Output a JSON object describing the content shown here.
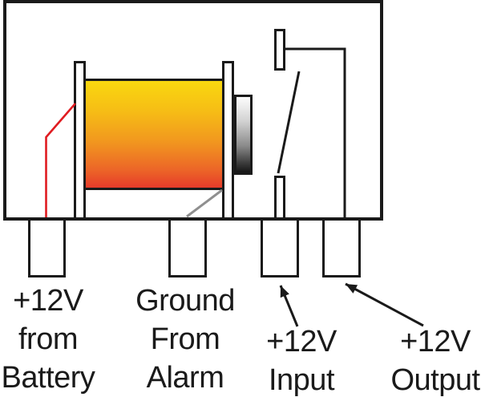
{
  "labels": {
    "battery": [
      "+12V",
      "from",
      "Battery"
    ],
    "ground": [
      "Ground",
      "From",
      "Alarm"
    ],
    "input": [
      "+12V",
      "Input"
    ],
    "output": [
      "+12V",
      "Output"
    ]
  },
  "colors": {
    "line_black": "#1a1a1a",
    "wire_red": "#e01c21",
    "wire_gray": "#8f8f8f",
    "coil_top_yellow": "#f9d80f",
    "coil_mid_orange": "#f1951f",
    "coil_bottom_red": "#e63b2a",
    "armature_top": "#fdfdfd",
    "armature_bottom": "#151515"
  }
}
